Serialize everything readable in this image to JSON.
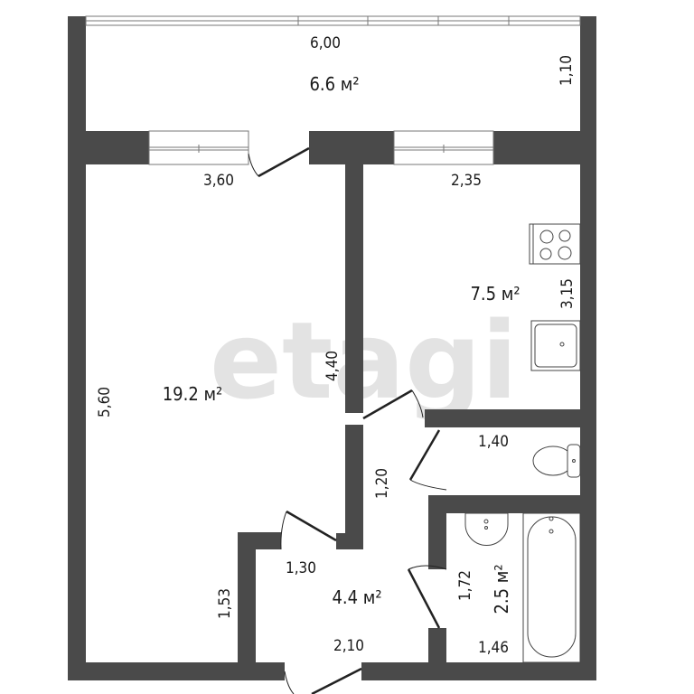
{
  "plan": {
    "watermark": "etagi",
    "top_watermark": "",
    "wall_color": "#4a4a4a",
    "line_color": "#222222"
  },
  "rooms": {
    "balcony": {
      "area": "6.6 м²",
      "width": "6,00",
      "depth": "1,10"
    },
    "living_room": {
      "area": "19.2 м²",
      "width": "3,60",
      "length": "5,60",
      "partition": "4,40",
      "lower": "1,53"
    },
    "kitchen": {
      "area": "7.5 м²",
      "width": "2,35",
      "length": "3,15"
    },
    "toilet": {
      "width": "1,40"
    },
    "bathroom": {
      "area": "2.5 м²",
      "length": "1,72",
      "width": "1,46"
    },
    "hallway": {
      "area": "4.4 м²",
      "top": "1,30",
      "bottom": "2,10",
      "side": "1,20"
    }
  },
  "fixtures": [
    "stove-icon",
    "kitchen-sink-icon",
    "toilet-icon",
    "washbasin-icon",
    "bathtub-icon"
  ]
}
